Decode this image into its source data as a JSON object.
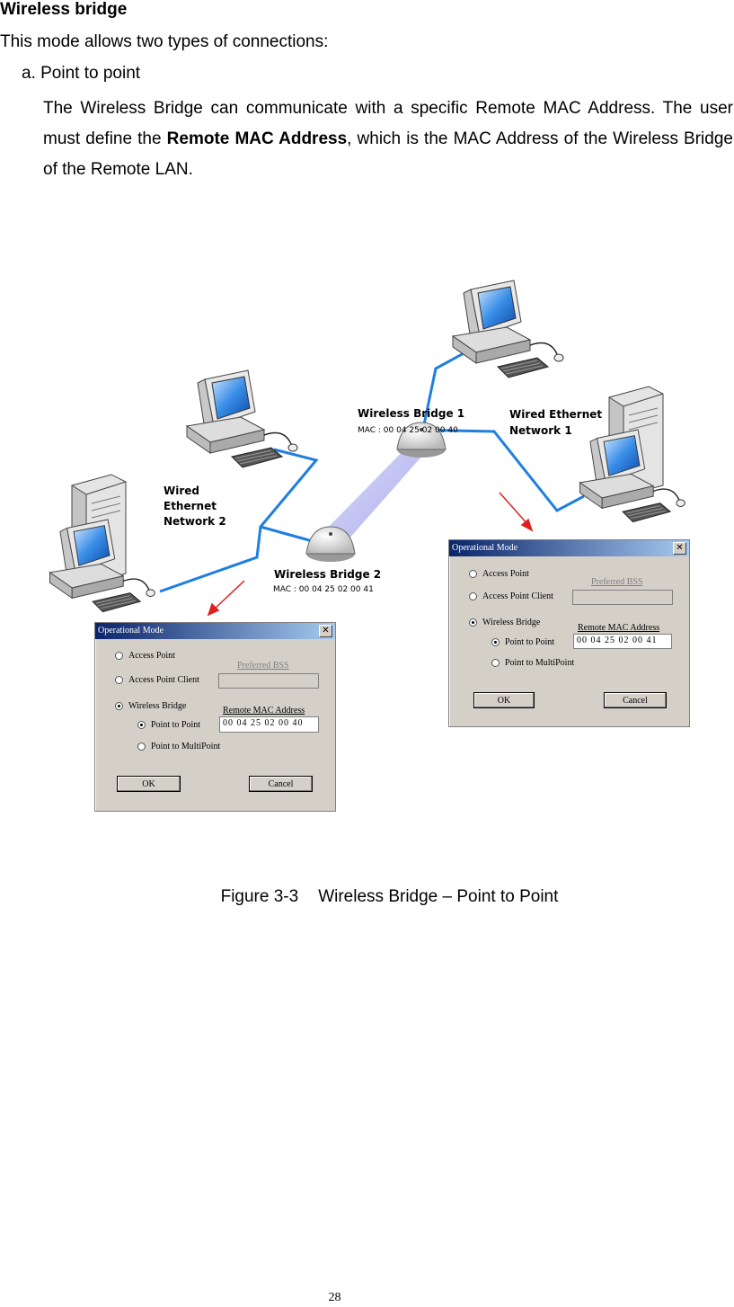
{
  "heading": "Wireless bridge",
  "intro": "This mode allows two types of connections:",
  "subheading": "a. Point to point",
  "paragraph": {
    "part1": "The Wireless Bridge can communicate with a specific Remote MAC Address. The user must define the ",
    "bold": "Remote MAC Address",
    "part2": ", which is the MAC Address of the Wireless Bridge of the Remote LAN."
  },
  "diagram": {
    "bridge1_label": "Wireless Bridge 1",
    "bridge1_mac": "MAC : 00 04 25 02 00 40",
    "bridge2_label": "Wireless Bridge 2",
    "bridge2_mac": "MAC : 00 04 25 02 00 41",
    "network1_line1": "Wired Ethernet",
    "network1_line2": "Network 1",
    "network2_line1": "Wired",
    "network2_line2": "Ethernet",
    "network2_line3": "Network 2",
    "colors": {
      "cable": "#1e7fe0",
      "arrow": "#e02020",
      "beam": "#9a9ae8"
    }
  },
  "dialog_left": {
    "title": "Operational Mode",
    "opt1": "Access Point",
    "opt2": "Access Point Client",
    "opt3": "Wireless Bridge",
    "preferred": "Preferred BSS",
    "remote_label": "Remote MAC Address",
    "sub1": "Point to Point",
    "sub2": "Point to MultiPoint",
    "mac_value": "00 04 25 02 00 40",
    "ok": "OK",
    "cancel": "Cancel"
  },
  "dialog_right": {
    "title": "Operational Mode",
    "opt1": "Access Point",
    "opt2": "Access Point Client",
    "opt3": "Wireless Bridge",
    "preferred": "Preferred BSS",
    "remote_label": "Remote MAC Address",
    "sub1": "Point to Point",
    "sub2": "Point to MultiPoint",
    "mac_value": "00 04 25 02 00 41",
    "ok": "OK",
    "cancel": "Cancel"
  },
  "caption": {
    "number": "Figure 3-3",
    "text": "Wireless Bridge – Point to Point"
  },
  "page_number": "28"
}
